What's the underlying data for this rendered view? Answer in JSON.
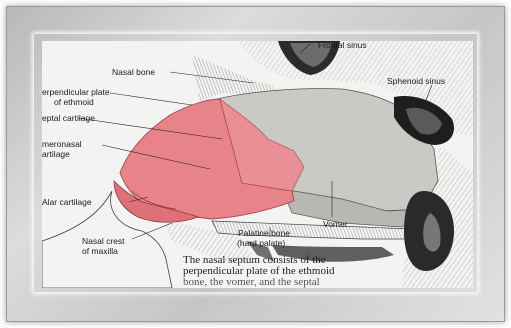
{
  "labels": {
    "frontal_sinus": "Frontal sinus",
    "nasal_bone": "Nasal bone",
    "perpendicular_plate_line1": "erpendicular plate",
    "perpendicular_plate_line2": "of ethmoid",
    "septal_cartilage": "eptal cartilage",
    "vomeronasal_line1": "meronasal",
    "vomeronasal_line2": "artilage",
    "sphenoid_sinus": "Sphenoid sinus",
    "alar_cartilage": "Alar cartilage",
    "vomer": "Vomer",
    "palatine_line1": "Palatine bone",
    "palatine_line2": "(hard palate)",
    "nasal_crest_line1": "Nasal crest",
    "nasal_crest_line2": "of maxilla"
  },
  "caption": {
    "line1": "The nasal septum consists of the",
    "line2": "perpendicular plate of the ethmoid",
    "line3": "bone, the vomer, and the septal",
    "line4": "... .. ... ... ... . ..."
  },
  "colors": {
    "cartilage": "#e8838a",
    "bone": "#cfcfcc",
    "frame": "#c8c8c8"
  }
}
